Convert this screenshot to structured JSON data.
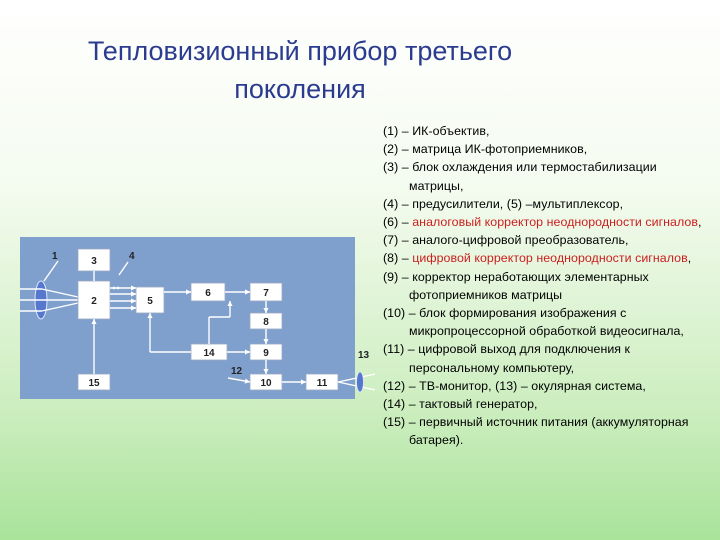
{
  "title": {
    "line1": "Тепловизионный прибор третьего",
    "line2": "поколения"
  },
  "diagram": {
    "colors": {
      "panel": "#7f9fcc",
      "box": "#ffffff",
      "line": "#ffffff",
      "lens": "#5577cc"
    },
    "blocks": [
      "1",
      "2",
      "3",
      "4",
      "5",
      "6",
      "7",
      "8",
      "9",
      "10",
      "11",
      "12",
      "13",
      "14",
      "15"
    ]
  },
  "legend": {
    "items": [
      {
        "parts": [
          {
            "text": "(1) – ИК-объектив,"
          }
        ]
      },
      {
        "parts": [
          {
            "text": "(2) – матрица ИК-фотоприемников,"
          }
        ]
      },
      {
        "parts": [
          {
            "text": "(3) – блок охлаждения или термостабилизации матрицы,"
          }
        ]
      },
      {
        "parts": [
          {
            "text": "(4) – предусилители,  (5) –мультиплексор,"
          }
        ]
      },
      {
        "parts": [
          {
            "text": "(6) – "
          },
          {
            "text": "аналоговый корректор неоднородности сигналов",
            "red": true
          },
          {
            "text": ","
          }
        ]
      },
      {
        "parts": [
          {
            "text": "(7) – аналого-цифровой преобразователь,"
          }
        ]
      },
      {
        "parts": [
          {
            "text": "(8) – "
          },
          {
            "text": "цифровой корректор неоднородности сигналов",
            "red": true
          },
          {
            "text": ","
          }
        ]
      },
      {
        "parts": [
          {
            "text": "(9) – корректор неработающих элементарных фотоприемников матрицы"
          }
        ]
      },
      {
        "parts": [
          {
            "text": "(10) – блок формирования изображения с микропроцессорной обработкой видеосигнала,"
          }
        ]
      },
      {
        "parts": [
          {
            "text": "(11) – цифровой выход для подключения к персональному компьютеру,"
          }
        ]
      },
      {
        "parts": [
          {
            "text": "(12) – ТВ-монитор, (13) – окулярная система,"
          }
        ]
      },
      {
        "parts": [
          {
            "text": "(14) – тактовый генератор,"
          }
        ]
      },
      {
        "parts": [
          {
            "text": "(15) – первичный источник питания (аккумуляторная батарея)."
          }
        ]
      }
    ]
  }
}
